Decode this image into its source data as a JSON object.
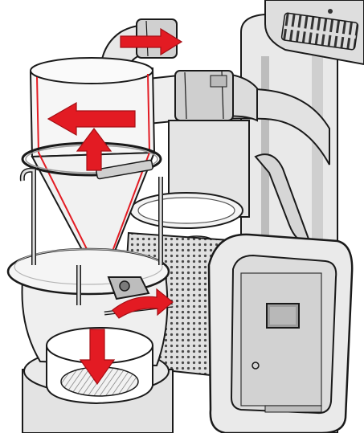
{
  "diagram": {
    "parts": [
      "cyclone-separator",
      "outlet-pipe",
      "inlet-elbow",
      "hose-clamp",
      "filter-housing",
      "blower-motor",
      "control-cabinet",
      "control-display",
      "perforated-guard",
      "cyclone-clamp-ring",
      "discharge-flange",
      "collection-drum",
      "support-frame",
      "drawbar-linkage"
    ],
    "airflow_arrows": [
      "arrow-outlet-right",
      "arrow-swirl-left",
      "arrow-rise-up",
      "arrow-inlet-right",
      "arrow-drop-down"
    ]
  },
  "colors": {
    "arrow": "#e31b23",
    "arrow_dark": "#a50f15",
    "outline": "#1a1a1a",
    "body_light": "#e9e9e9",
    "body_mid": "#cfcfcf",
    "body_dark": "#9b9b9b",
    "cyclone_tint": "#f4f4f4",
    "background": "#ffffff"
  }
}
